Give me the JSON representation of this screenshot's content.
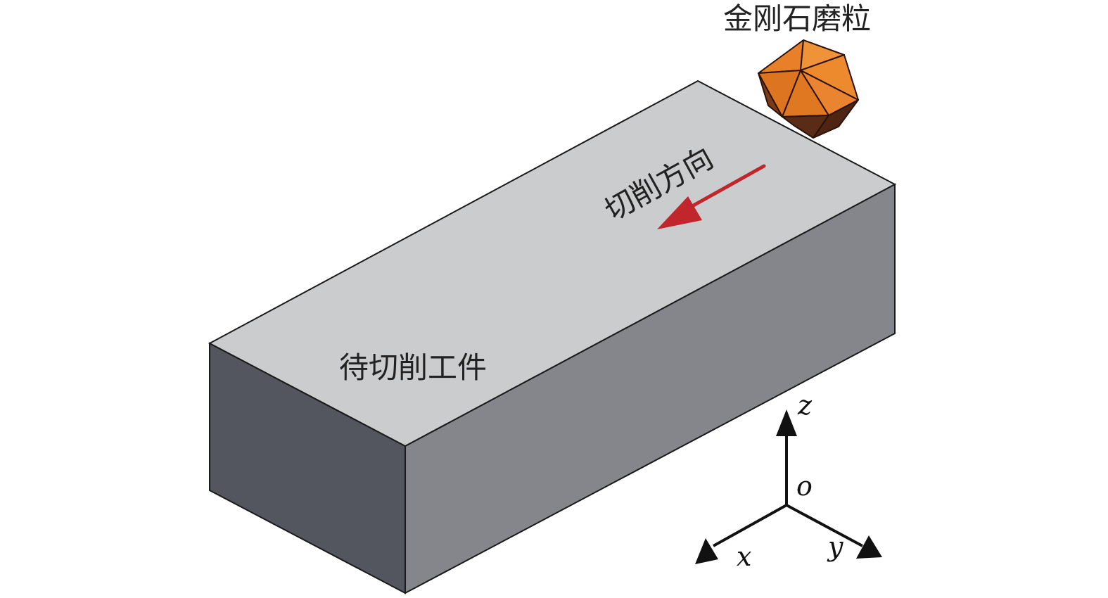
{
  "labels": {
    "grain": "金刚石磨粒",
    "cutting_direction": "切削方向",
    "workpiece": "待切削工件"
  },
  "axes": {
    "z": "z",
    "origin": "o",
    "x": "x",
    "y": "y"
  },
  "colors": {
    "workpiece_top": "#cbcccd",
    "workpiece_front": "#53565e",
    "workpiece_right": "#84868b",
    "grain_light": "#f08a30",
    "grain_dark": "#5a2c17",
    "arrow": "#c0262c"
  }
}
